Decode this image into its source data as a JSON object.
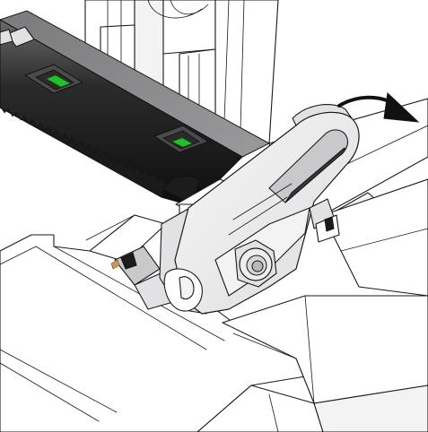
{
  "diagram": {
    "colors": {
      "background": "#ffffff",
      "outline": "#1a1a1a",
      "rack_dark": "#2b2b2b",
      "indicator_green": "#22c02a",
      "lever_light": "#f3f3f4",
      "lever_mid": "#e2e2e4",
      "arrow": "#111111"
    },
    "parts": [
      {
        "name": "toothed-rack",
        "icon": "gear-rack"
      },
      {
        "name": "pivot-lever",
        "icon": "lever-arm"
      },
      {
        "name": "rotation-arrow",
        "icon": "curved-arrow-clockwise"
      },
      {
        "name": "housing",
        "icon": "enclosure"
      }
    ]
  }
}
